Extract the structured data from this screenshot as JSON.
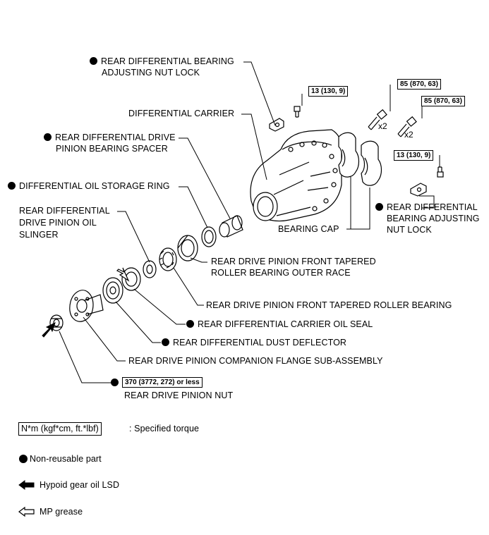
{
  "labels": {
    "nut_lock_top_1": "REAR DIFFERENTIAL BEARING",
    "nut_lock_top_2": "ADJUSTING NUT LOCK",
    "diff_carrier": "DIFFERENTIAL CARRIER",
    "spacer_1": "REAR DIFFERENTIAL DRIVE",
    "spacer_2": "PINION BEARING SPACER",
    "oil_ring": "DIFFERENTIAL OIL STORAGE RING",
    "slinger_1": "REAR DIFFERENTIAL",
    "slinger_2": "DRIVE PINION OIL",
    "slinger_3": "SLINGER",
    "nut_lock_right_1": "REAR DIFFERENTIAL",
    "nut_lock_right_2": "BEARING ADJUSTING",
    "nut_lock_right_3": "NUT LOCK",
    "bearing_cap": "BEARING CAP",
    "outer_race_1": "REAR DRIVE PINION FRONT TAPERED",
    "outer_race_2": "ROLLER BEARING OUTER RACE",
    "front_bearing": "REAR DRIVE PINION FRONT TAPERED ROLLER BEARING",
    "oil_seal": "REAR DIFFERENTIAL CARRIER OIL SEAL",
    "dust_deflector": "REAR DIFFERENTIAL DUST DEFLECTOR",
    "companion_flange": "REAR DRIVE PINION COMPANION FLANGE SUB-ASSEMBLY",
    "pinion_nut": "REAR DRIVE PINION NUT"
  },
  "torques": {
    "lock_bolt_top": "13 (130, 9)",
    "cap_bolt_1": "85 (870, 63)",
    "cap_bolt_2": "85 (870, 63)",
    "lock_bolt_right": "13 (130, 9)",
    "pinion_nut": "370 (3772, 272) or less"
  },
  "quantities": {
    "cap_bolt_1": "x2",
    "cap_bolt_2": "x2"
  },
  "legend": {
    "torque_box": "N*m (kgf*cm, ft.*lbf)",
    "torque_text": ": Specified torque",
    "non_reusable": "Non-reusable part",
    "hypoid": "Hypoid gear oil LSD",
    "mp_grease": "MP grease"
  }
}
